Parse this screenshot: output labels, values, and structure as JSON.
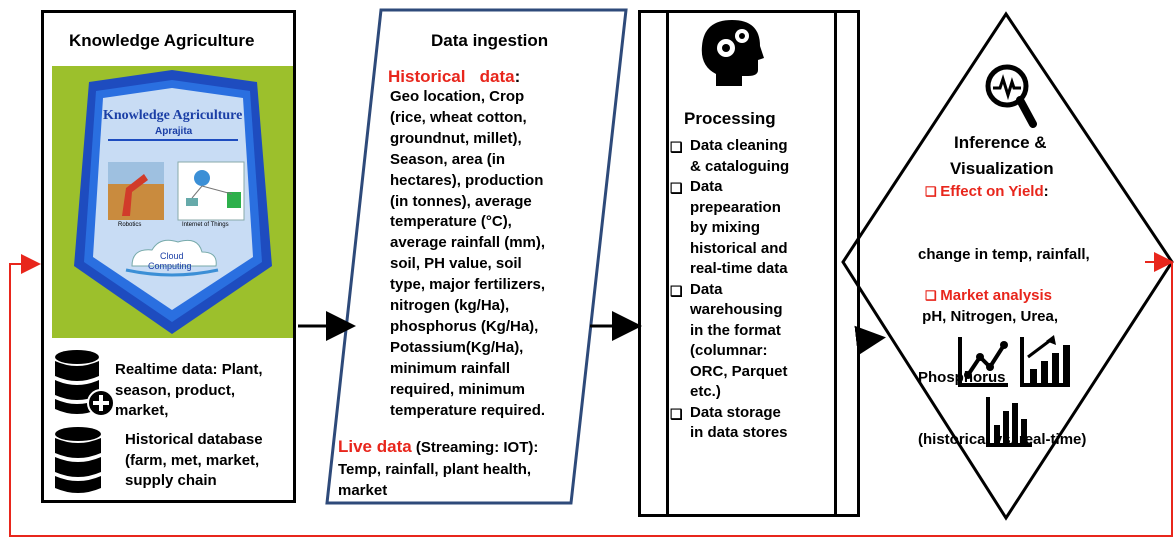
{
  "knowledge": {
    "title": "Knowledge Agriculture",
    "badge_title": "Knowledge Agriculture",
    "badge_subtitle": "Aprajita",
    "badge_robotics": "Robotics",
    "badge_iot": "Internet of Things",
    "badge_cloud_1": "Cloud",
    "badge_cloud_2": "Computing",
    "realtime_lines": [
      "Realtime data: Plant,",
      "season, product,",
      "market,"
    ],
    "historical_lines": [
      "Historical database",
      "(farm, met, market,",
      "supply chain"
    ]
  },
  "ingestion": {
    "title": "Data ingestion",
    "historical_label": "Historical   data",
    "historical_colon": ":",
    "historical_lines": [
      "Geo location, Crop",
      "(rice, wheat cotton,",
      "groundnut, millet),",
      "Season, area (in",
      "hectares), production",
      "(in tonnes), average",
      "temperature (°C),",
      "average rainfall (mm),",
      "soil, PH value, soil",
      "type, major fertilizers,",
      "nitrogen (kg/Ha),",
      "phosphorus (Kg/Ha),",
      "Potassium(Kg/Ha),",
      "minimum rainfall",
      "required, minimum",
      "temperature required."
    ],
    "live_label": "Live data",
    "live_rest": " (Streaming: IOT):",
    "live_lines": [
      "Temp, rainfall, plant health,",
      "market"
    ]
  },
  "processing": {
    "title": "Processing",
    "items": [
      [
        "Data cleaning",
        "& cataloguing"
      ],
      [
        "Data",
        "prepearation",
        "by mixing",
        "historical and",
        "real-time data"
      ],
      [
        "Data",
        "warehousing",
        "in the format",
        "(columnar:",
        "ORC, Parquet",
        "etc.)"
      ],
      [
        "Data storage",
        "in data stores"
      ]
    ]
  },
  "inference": {
    "title_1": "Inference &",
    "title_2": "Visualization",
    "effect_label": "Effect on Yield",
    "effect_colon": ":",
    "effect_lines": [
      "change in temp, rainfall,",
      " pH, Nitrogen, Urea,",
      "Phosphorus",
      "(historical vs. real-time)"
    ],
    "market_label": "Market analysis"
  },
  "icons": {
    "head_gears": "head-gears-icon",
    "magnifier_pulse": "magnifier-pulse-icon",
    "line_chart": "line-chart-icon",
    "bar_chart_up": "bar-chart-up-icon",
    "bar_chart": "bar-chart-icon",
    "db_plus": "database-plus-icon",
    "db": "database-icon"
  },
  "colors": {
    "red": "#e8261c",
    "navy": "#2e4a7a",
    "black": "#000000"
  }
}
